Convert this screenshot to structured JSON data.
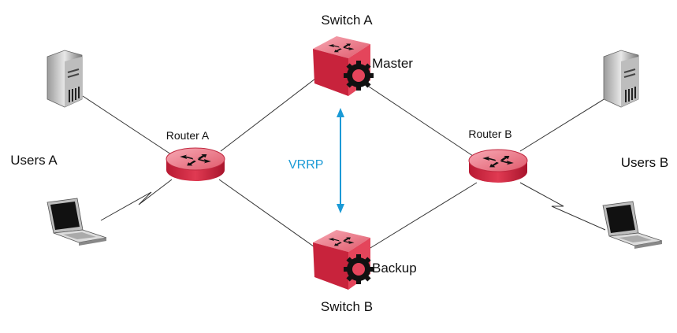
{
  "labels": {
    "switch_a": "Switch A",
    "switch_b": "Switch B",
    "master": "Master",
    "backup": "Backup",
    "router_a": "Router A",
    "router_b": "Router B",
    "users_a": "Users A",
    "users_b": "Users B",
    "protocol": "VRRP"
  },
  "colors": {
    "device_red": "#d9344c",
    "vrrp_blue": "#1a9ad6"
  },
  "icons": [
    "switch-icon",
    "router-icon",
    "server-icon",
    "laptop-icon",
    "double-arrow-icon"
  ]
}
